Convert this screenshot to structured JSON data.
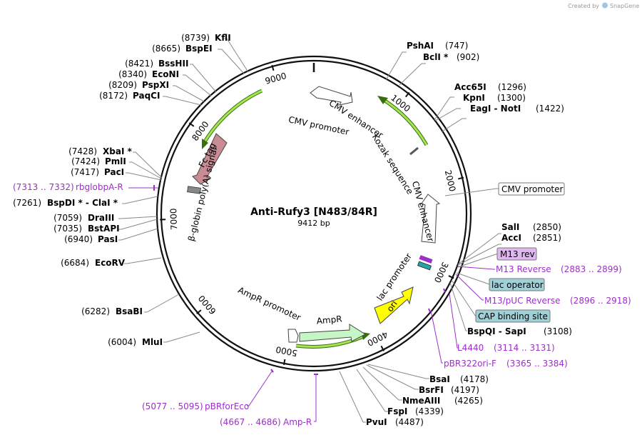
{
  "header": {
    "created_by": "Created by",
    "brand": "SnapGene"
  },
  "plasmid": {
    "name": "Anti-Rufy3 [N483/84R]",
    "size": "9412 bp",
    "total_bp": 9412
  },
  "ticks": [
    {
      "bp": 1000,
      "label": "1000"
    },
    {
      "bp": 2000,
      "label": "2000"
    },
    {
      "bp": 3000,
      "label": "3000"
    },
    {
      "bp": 4000,
      "label": "4000"
    },
    {
      "bp": 5000,
      "label": "5000"
    },
    {
      "bp": 6000,
      "label": "6000"
    },
    {
      "bp": 7000,
      "label": "7000"
    },
    {
      "bp": 8000,
      "label": "8000"
    },
    {
      "bp": 9000,
      "label": "9000"
    }
  ],
  "colors": {
    "green": "#a3e64d",
    "pink": "#c98b94",
    "yellow": "#ffff00",
    "primer": "#9b30c8",
    "m13": "#e0b8f0",
    "lac": "#9fd1d9",
    "cap": "#9fd1d9"
  },
  "sites_right": [
    {
      "name": "PshAI",
      "pos": "(747)"
    },
    {
      "name": "BclI *",
      "pos": "(902)"
    },
    {
      "name": "Acc65I",
      "pos": "(1296)"
    },
    {
      "name": "KpnI",
      "pos": "(1300)"
    },
    {
      "name": "EagI  -  NotI",
      "pos": "(1422)"
    },
    {
      "name": "SalI",
      "pos": "(2850)"
    },
    {
      "name": "AccI",
      "pos": "(2851)"
    },
    {
      "name": "BspQI  -  SapI",
      "pos": "(3108)"
    },
    {
      "name": "BsaI",
      "pos": "(4178)"
    },
    {
      "name": "BsrFI",
      "pos": "(4197)"
    },
    {
      "name": "NmeAIII",
      "pos": "(4265)"
    },
    {
      "name": "FspI",
      "pos": "(4339)"
    },
    {
      "name": "PvuI",
      "pos": "(4487)"
    }
  ],
  "sites_left": [
    {
      "name": "KflI",
      "pos": "(8739)"
    },
    {
      "name": "BspEI",
      "pos": "(8665)"
    },
    {
      "name": "BssHII",
      "pos": "(8421)"
    },
    {
      "name": "EcoNI",
      "pos": "(8340)"
    },
    {
      "name": "PspXI",
      "pos": "(8209)"
    },
    {
      "name": "PaqCI",
      "pos": "(8172)"
    },
    {
      "name": "XbaI *",
      "pos": "(7428)"
    },
    {
      "name": "PmlI",
      "pos": "(7424)"
    },
    {
      "name": "PacI",
      "pos": "(7417)"
    },
    {
      "name": "BspDI *  -  ClaI *",
      "pos": "(7261)"
    },
    {
      "name": "DraIII",
      "pos": "(7059)"
    },
    {
      "name": "BstAPI",
      "pos": "(7035)"
    },
    {
      "name": "PasI",
      "pos": "(6940)"
    },
    {
      "name": "EcoRV",
      "pos": "(6684)"
    },
    {
      "name": "BsaBI",
      "pos": "(6282)"
    },
    {
      "name": "MluI",
      "pos": "(6004)"
    }
  ],
  "primers": [
    {
      "name": "rbglobpA-R",
      "pos": "(7313 .. 7332)"
    },
    {
      "name": "M13 Reverse",
      "pos": "(2883 .. 2899)"
    },
    {
      "name": "M13/pUC Reverse",
      "pos": "(2896 .. 2918)"
    },
    {
      "name": "L4440",
      "pos": "(3114 .. 3131)"
    },
    {
      "name": "pBR322ori-F",
      "pos": "(3365 .. 3384)"
    },
    {
      "name": "pBRforEco",
      "pos": "(5077 .. 5095)"
    },
    {
      "name": "Amp-R",
      "pos": "(4667 .. 4686)"
    }
  ],
  "boxed_features": [
    {
      "name": "CMV promoter"
    },
    {
      "name": "M13 rev"
    },
    {
      "name": "lac operator"
    },
    {
      "name": "CAP binding site"
    }
  ],
  "inner_features": {
    "cmv_enhancer_top": "CMV enhancer",
    "cmv_promoter_top": "CMV promoter",
    "kozak": "Kozak sequence",
    "cmv_enhancer_right": "CMV enhancer",
    "lac_promoter": "lac promoter",
    "ori": "ori",
    "ampr": "AmpR",
    "ampr_promoter": "AmpR promoter",
    "fc_tag": "Fc tag",
    "bglobin": "β-globin poly(A) signal"
  }
}
